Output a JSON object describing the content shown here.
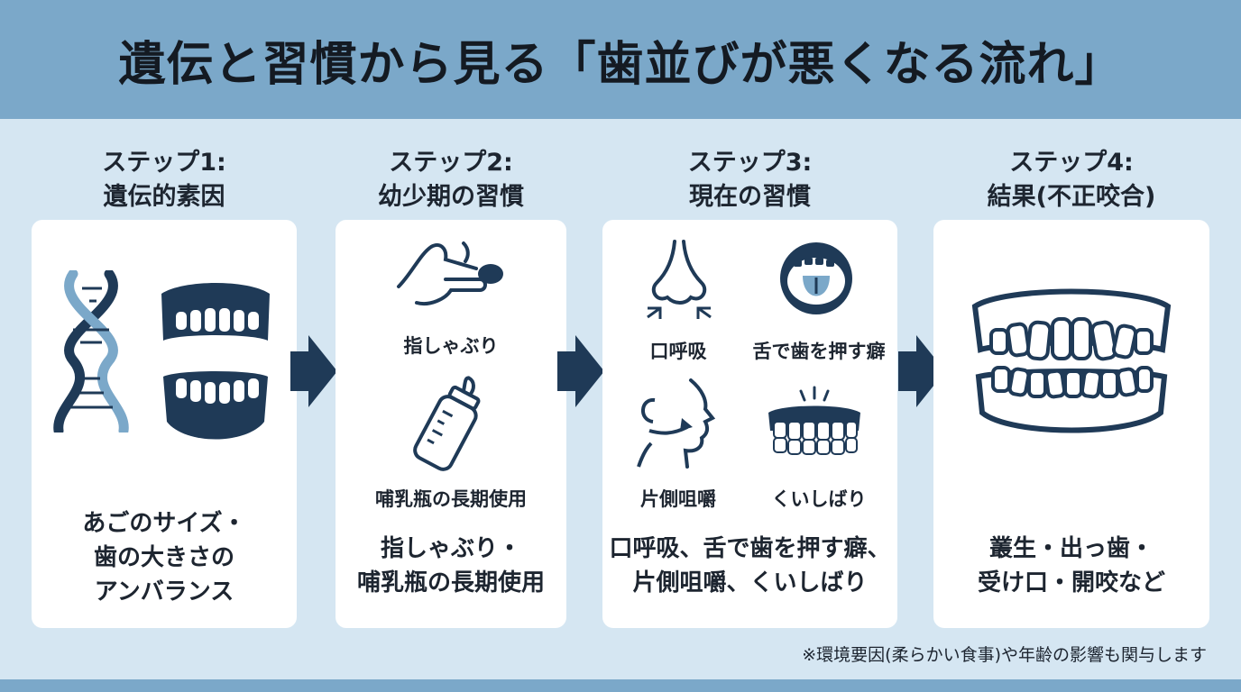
{
  "title": "遺伝と習慣から見る「歯並びが悪くなる流れ」",
  "steps": [
    {
      "title_line1": "ステップ1:",
      "title_line2": "遺伝的素因",
      "description": [
        "あごのサイズ・",
        "歯の大きさの",
        "アンバランス"
      ],
      "icons": [
        {
          "name": "dna-icon"
        },
        {
          "name": "jaw-icon"
        }
      ]
    },
    {
      "title_line1": "ステップ2:",
      "title_line2": "幼少期の習慣",
      "icons": [
        {
          "name": "thumb-sucking-icon",
          "label": "指しゃぶり"
        },
        {
          "name": "baby-bottle-icon",
          "label": "哺乳瓶の長期使用"
        }
      ],
      "description": [
        "指しゃぶり・",
        "哺乳瓶の長期使用"
      ]
    },
    {
      "title_line1": "ステップ3:",
      "title_line2": "現在の習慣",
      "icons": [
        {
          "name": "nose-breathing-icon",
          "label": "口呼吸"
        },
        {
          "name": "tongue-mouth-icon",
          "label": "舌で歯を押す癖"
        },
        {
          "name": "face-chewing-icon",
          "label": "片側咀嚼"
        },
        {
          "name": "clenching-teeth-icon",
          "label": "くいしばり"
        }
      ],
      "description": [
        "口呼吸、舌で歯を押す癖、",
        "片側咀嚼、くいしばり"
      ]
    },
    {
      "title_line1": "ステップ4:",
      "title_line2": "結果(不正咬合)",
      "icons": [
        {
          "name": "misaligned-teeth-icon"
        }
      ],
      "description": [
        "叢生・出っ歯・",
        "受け口・開咬など"
      ]
    }
  ],
  "footnote": "※環境要因(柔らかい食事)や年齢の影響も関与します",
  "colors": {
    "header": "#7ba8c9",
    "background": "#d5e6f2",
    "icon_dark": "#1f3a57",
    "icon_light": "#7ba8c9",
    "arrow": "#1f3a57",
    "card": "#ffffff"
  }
}
